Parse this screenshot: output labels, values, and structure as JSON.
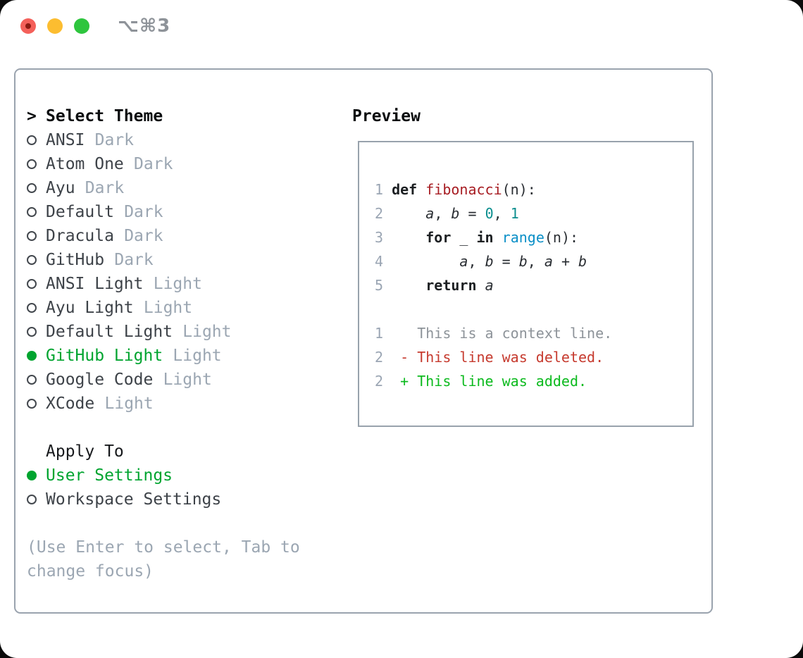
{
  "titlebar": {
    "title": "⌥⌘3"
  },
  "theme_picker": {
    "prompt": ">",
    "header": "Select Theme",
    "items": [
      {
        "name": "ANSI",
        "variant": "Dark",
        "selected": false
      },
      {
        "name": "Atom One",
        "variant": "Dark",
        "selected": false
      },
      {
        "name": "Ayu",
        "variant": "Dark",
        "selected": false
      },
      {
        "name": "Default",
        "variant": "Dark",
        "selected": false
      },
      {
        "name": "Dracula",
        "variant": "Dark",
        "selected": false
      },
      {
        "name": "GitHub",
        "variant": "Dark",
        "selected": false
      },
      {
        "name": "ANSI Light",
        "variant": "Light",
        "selected": false
      },
      {
        "name": "Ayu Light",
        "variant": "Light",
        "selected": false
      },
      {
        "name": "Default Light",
        "variant": "Light",
        "selected": false
      },
      {
        "name": "GitHub Light",
        "variant": "Light",
        "selected": true
      },
      {
        "name": "Google Code",
        "variant": "Light",
        "selected": false
      },
      {
        "name": "XCode",
        "variant": "Light",
        "selected": false
      }
    ],
    "apply_to": {
      "header": "Apply To",
      "options": [
        {
          "label": "User Settings",
          "selected": true
        },
        {
          "label": "Workspace Settings",
          "selected": false
        }
      ]
    },
    "help_lines": [
      "(Use Enter to select, Tab to",
      "change focus)"
    ]
  },
  "preview": {
    "header": "Preview",
    "lines": [
      {
        "segs": [
          {
            "t": "1",
            "c": "ln"
          },
          {
            "t": " ",
            "c": "pl"
          },
          {
            "t": "def",
            "c": "kw"
          },
          {
            "t": " ",
            "c": "pl"
          },
          {
            "t": "fibonacci",
            "c": "fn"
          },
          {
            "t": "(n):",
            "c": "pl"
          }
        ]
      },
      {
        "segs": [
          {
            "t": "2",
            "c": "ln"
          },
          {
            "t": "     ",
            "c": "pl"
          },
          {
            "t": "a",
            "c": "var"
          },
          {
            "t": ", ",
            "c": "pl"
          },
          {
            "t": "b",
            "c": "var"
          },
          {
            "t": " = ",
            "c": "pl"
          },
          {
            "t": "0",
            "c": "num"
          },
          {
            "t": ", ",
            "c": "pl"
          },
          {
            "t": "1",
            "c": "num"
          }
        ]
      },
      {
        "segs": [
          {
            "t": "3",
            "c": "ln"
          },
          {
            "t": "     ",
            "c": "pl"
          },
          {
            "t": "for",
            "c": "kw"
          },
          {
            "t": " _ ",
            "c": "pl"
          },
          {
            "t": "in",
            "c": "kw"
          },
          {
            "t": " ",
            "c": "pl"
          },
          {
            "t": "range",
            "c": "bi"
          },
          {
            "t": "(n):",
            "c": "pl"
          }
        ]
      },
      {
        "segs": [
          {
            "t": "4",
            "c": "ln"
          },
          {
            "t": "         ",
            "c": "pl"
          },
          {
            "t": "a",
            "c": "var"
          },
          {
            "t": ", ",
            "c": "pl"
          },
          {
            "t": "b",
            "c": "var"
          },
          {
            "t": " = ",
            "c": "pl"
          },
          {
            "t": "b",
            "c": "var"
          },
          {
            "t": ", ",
            "c": "pl"
          },
          {
            "t": "a",
            "c": "var"
          },
          {
            "t": " + ",
            "c": "pl"
          },
          {
            "t": "b",
            "c": "var"
          }
        ]
      },
      {
        "segs": [
          {
            "t": "5",
            "c": "ln"
          },
          {
            "t": "     ",
            "c": "pl"
          },
          {
            "t": "return",
            "c": "kw"
          },
          {
            "t": " ",
            "c": "pl"
          },
          {
            "t": "a",
            "c": "var"
          }
        ]
      },
      {
        "segs": []
      },
      {
        "segs": [
          {
            "t": "1",
            "c": "ln"
          },
          {
            "t": "    ",
            "c": "pl"
          },
          {
            "t": "This is a context line.",
            "c": "ctx"
          }
        ]
      },
      {
        "segs": [
          {
            "t": "2",
            "c": "ln"
          },
          {
            "t": "  ",
            "c": "pl"
          },
          {
            "t": "- This line was deleted.",
            "c": "del"
          }
        ]
      },
      {
        "segs": [
          {
            "t": "2",
            "c": "ln"
          },
          {
            "t": "  ",
            "c": "pl"
          },
          {
            "t": "+ This line was added.",
            "c": "add"
          }
        ]
      }
    ]
  },
  "colors": {
    "selected_green": "#00a42f",
    "added_green": "#0cba1e",
    "deleted_red": "#c63a2e",
    "function_red": "#a71d23",
    "number_teal": "#0b8e8e",
    "builtin_blue": "#0a8fc7",
    "muted_gray": "#9ba6b2",
    "border_gray": "#9aa3ae",
    "traffic_red": "#f4605a",
    "traffic_yellow": "#fcbd30",
    "traffic_green": "#2ec53e"
  }
}
